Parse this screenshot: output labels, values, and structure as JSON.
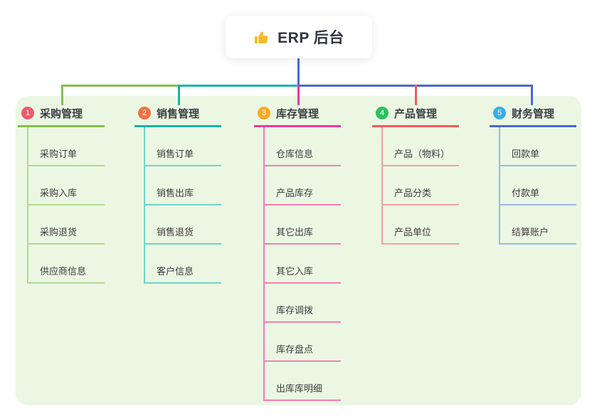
{
  "root": {
    "icon": "thumbs-up",
    "icon_color": "#f7b928",
    "label": "ERP 后台"
  },
  "palette": {
    "panel_bg": "#ebf7e3",
    "blue": "#4a67d3"
  },
  "branches": [
    {
      "num": "1",
      "label": "采购管理",
      "color": "#84bf4b",
      "light": "#b2d98e",
      "badge": "#f0596c",
      "children": [
        "采购订单",
        "采购入库",
        "采购退货",
        "供应商信息"
      ]
    },
    {
      "num": "2",
      "label": "销售管理",
      "color": "#16b3ab",
      "light": "#72d2c7",
      "badge": "#f27043",
      "children": [
        "销售订单",
        "销售出库",
        "销售退货",
        "客户信息"
      ]
    },
    {
      "num": "3",
      "label": "库存管理",
      "color": "#e5399e",
      "light": "#f27db4",
      "badge": "#f9ac22",
      "children": [
        "仓库信息",
        "产品库存",
        "其它出库",
        "其它入库",
        "库存调拨",
        "库存盘点",
        "出库库明细"
      ]
    },
    {
      "num": "4",
      "label": "产品管理",
      "color": "#f15b5b",
      "light": "#f5a0a0",
      "badge": "#2ebf60",
      "children": [
        "产品（物料）",
        "产品分类",
        "产品单位"
      ]
    },
    {
      "num": "5",
      "label": "财务管理",
      "color": "#4a67d3",
      "light": "#9fb7e8",
      "badge": "#38aee5",
      "children": [
        "回款单",
        "付款单",
        "结算账户"
      ]
    }
  ]
}
